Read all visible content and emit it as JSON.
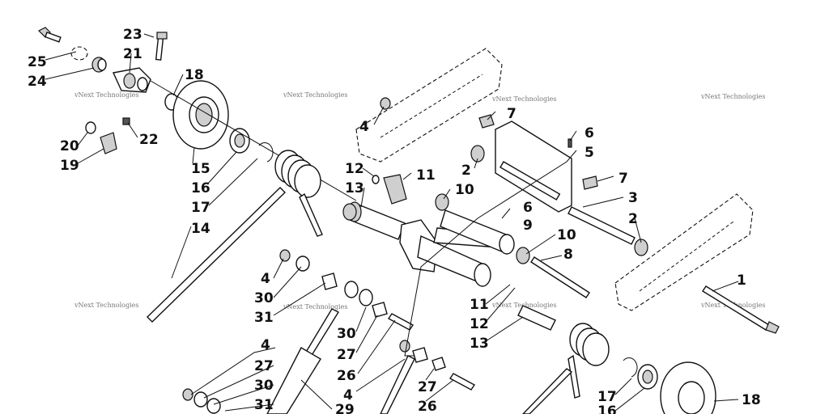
{
  "labels": [
    {
      "id": "23",
      "text": "23"
    },
    {
      "id": "21",
      "text": "21"
    },
    {
      "id": "25",
      "text": "25"
    },
    {
      "id": "24",
      "text": "24"
    },
    {
      "id": "18a",
      "text": "18"
    },
    {
      "id": "20",
      "text": "20"
    },
    {
      "id": "22",
      "text": "22"
    },
    {
      "id": "19",
      "text": "19"
    },
    {
      "id": "15",
      "text": "15"
    },
    {
      "id": "16a",
      "text": "16"
    },
    {
      "id": "17a",
      "text": "17"
    },
    {
      "id": "14",
      "text": "14"
    },
    {
      "id": "4a",
      "text": "4"
    },
    {
      "id": "7a",
      "text": "7"
    },
    {
      "id": "6a",
      "text": "6"
    },
    {
      "id": "5",
      "text": "5"
    },
    {
      "id": "2a",
      "text": "2"
    },
    {
      "id": "12a",
      "text": "12"
    },
    {
      "id": "11a",
      "text": "11"
    },
    {
      "id": "13a",
      "text": "13"
    },
    {
      "id": "10a",
      "text": "10"
    },
    {
      "id": "7b",
      "text": "7"
    },
    {
      "id": "3",
      "text": "3"
    },
    {
      "id": "6b",
      "text": "6"
    },
    {
      "id": "9",
      "text": "9"
    },
    {
      "id": "2b",
      "text": "2"
    },
    {
      "id": "10b",
      "text": "10"
    },
    {
      "id": "8",
      "text": "8"
    },
    {
      "id": "4b",
      "text": "4"
    },
    {
      "id": "30a",
      "text": "30"
    },
    {
      "id": "31a",
      "text": "31"
    },
    {
      "id": "1",
      "text": "1"
    },
    {
      "id": "11b",
      "text": "11"
    },
    {
      "id": "12b",
      "text": "12"
    },
    {
      "id": "13b",
      "text": "13"
    },
    {
      "id": "30b",
      "text": "30"
    },
    {
      "id": "27a",
      "text": "27"
    },
    {
      "id": "26a",
      "text": "26"
    },
    {
      "id": "4c",
      "text": "4"
    },
    {
      "id": "27b",
      "text": "27"
    },
    {
      "id": "4d",
      "text": "4"
    },
    {
      "id": "27c",
      "text": "27"
    },
    {
      "id": "30c",
      "text": "30"
    },
    {
      "id": "31b",
      "text": "31"
    },
    {
      "id": "26b",
      "text": "26"
    },
    {
      "id": "29",
      "text": "29"
    },
    {
      "id": "17b",
      "text": "17"
    },
    {
      "id": "16b",
      "text": "16"
    },
    {
      "id": "18b",
      "text": "18"
    }
  ],
  "watermark": "vNext Technologies"
}
